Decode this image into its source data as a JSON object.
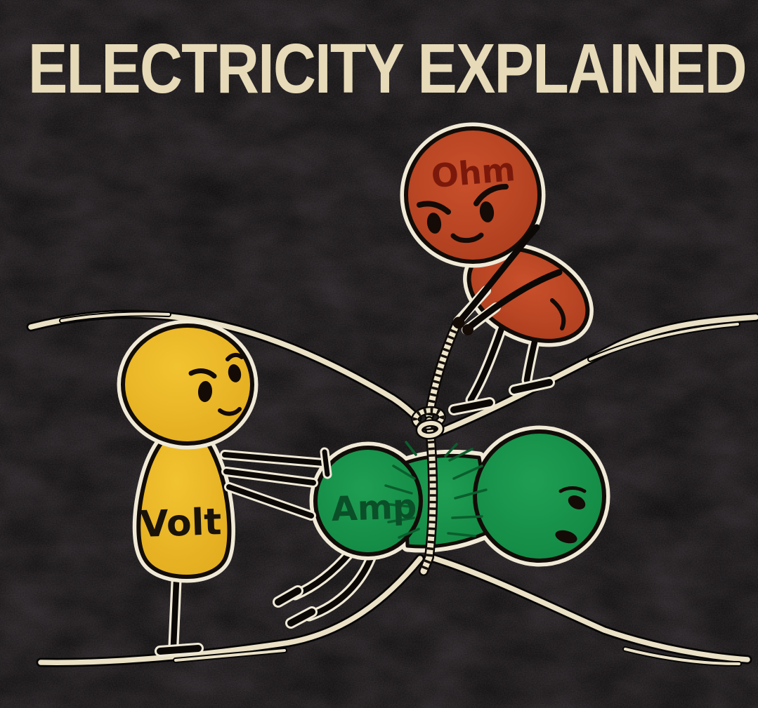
{
  "title": {
    "text": "ELECTRICITY EXPLAINED"
  },
  "characters": {
    "volt": {
      "label": "Volt"
    },
    "amp": {
      "label": "Amp"
    },
    "ohm": {
      "label": "Ohm"
    }
  },
  "palette": {
    "background": "#0b0909",
    "title_cream": "#e6dab8",
    "pipe_cream": "#e9e0c6",
    "rope_cream": "#ece3c9",
    "outline_black": "#120c08",
    "volt_yellow": "#f2c331",
    "volt_label_ink": "#1a130a",
    "amp_green": "#1f9e53",
    "amp_label_ink": "#0a4f27",
    "ohm_red": "#c9502b",
    "ohm_label_ink": "#7a190b"
  }
}
